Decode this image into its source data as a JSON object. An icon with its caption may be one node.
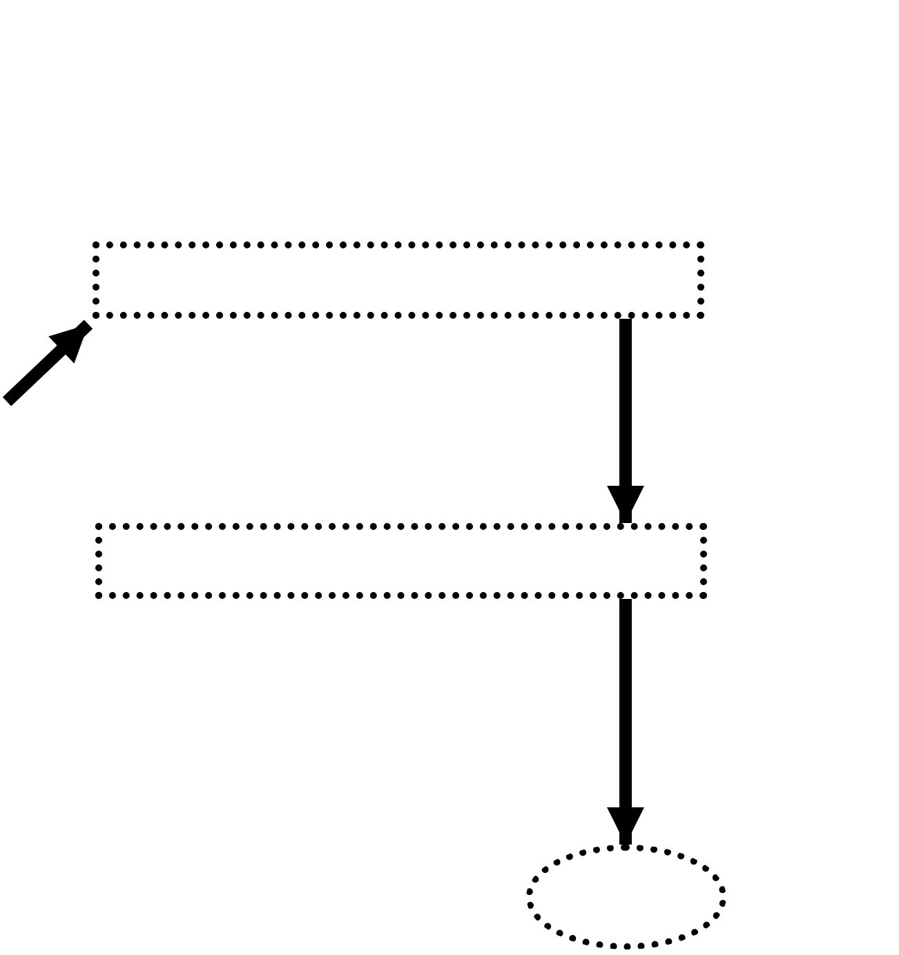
{
  "diagram": {
    "nodes": [
      {
        "text": [],
        "shape": "box"
      },
      {
        "text": [],
        "shape": "box"
      },
      {
        "text": [],
        "shape": "ellipse"
      }
    ],
    "edges": [
      {
        "from": null,
        "to": 0,
        "arrow": "to"
      },
      {
        "from": 0,
        "to": 1,
        "arrow": "to"
      },
      {
        "from": 1,
        "to": 2,
        "arrow": "to"
      }
    ]
  }
}
